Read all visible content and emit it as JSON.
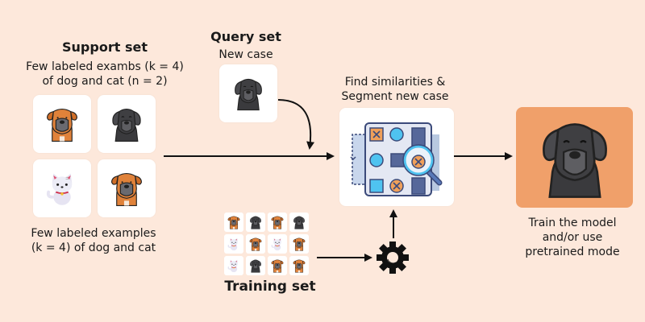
{
  "support_set": {
    "title": "Support set",
    "subtitle_line1": "Few labeled exambs (k = 4)",
    "subtitle_line2": "of dog and cat (n = 2)",
    "images": [
      {
        "icon": "boxer-dog-icon"
      },
      {
        "icon": "black-dog-icon"
      },
      {
        "icon": "cat-icon"
      },
      {
        "icon": "boxer-dog-icon"
      }
    ],
    "caption_line1": "Few labeled examples",
    "caption_line2": "(k = 4) of dog and cat"
  },
  "query_set": {
    "title": "Query set",
    "subtitle": "New case",
    "image": {
      "icon": "black-dog-icon"
    }
  },
  "similarity": {
    "title_line1": "Find similarities &",
    "title_line2": "Segment new case",
    "icon": "segmentation-magnifier-icon"
  },
  "output": {
    "caption_line1": "Train the model",
    "caption_line2": "and/or use",
    "caption_line3": "pretrained mode",
    "icon": "black-dog-icon",
    "color": "#f0a06a"
  },
  "training_set": {
    "title": "Training set",
    "grid": [
      [
        "boxer",
        "black",
        "boxer",
        "black"
      ],
      [
        "cat",
        "boxer",
        "cat",
        "boxer"
      ],
      [
        "cat",
        "black",
        "boxer",
        "boxer"
      ]
    ],
    "processor_icon": "gear-icon"
  },
  "colors": {
    "background": "#fde8db",
    "boxer": "#e0823a",
    "black_dog": "#3f3f42",
    "accent_blue": "#4fc3f0",
    "accent_orange": "#f0a05a",
    "navy": "#3b4a7a"
  }
}
